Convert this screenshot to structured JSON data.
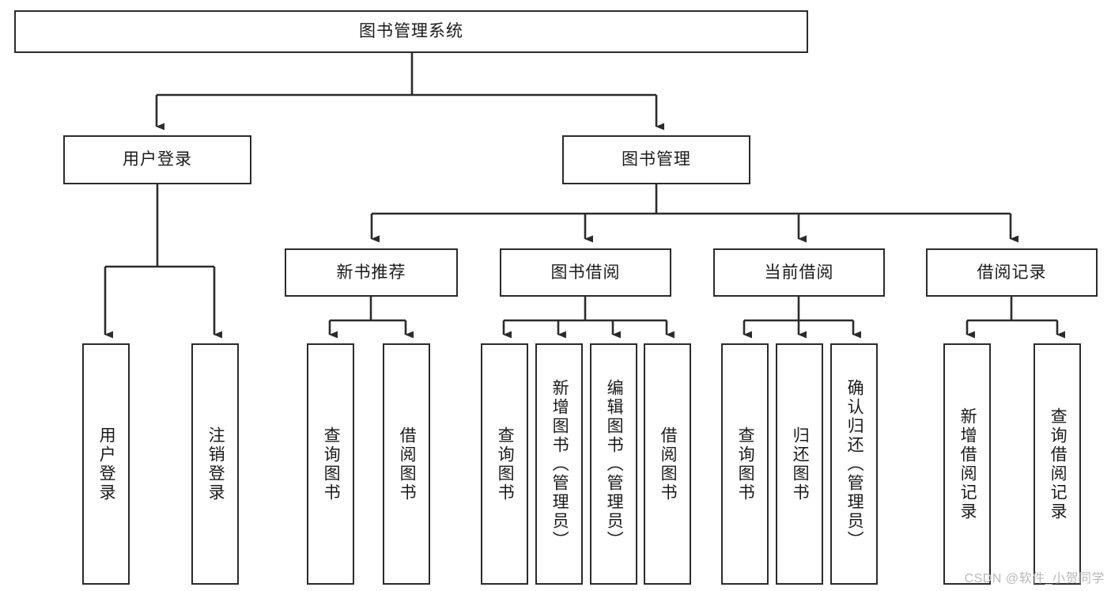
{
  "diagram": {
    "title": "图书管理系统",
    "type": "hierarchy-tree",
    "watermark": "CSDN @软件_小贺同学",
    "colors": {
      "stroke": "#2b2b2b",
      "background": "#ffffff",
      "text": "#1a1a1a",
      "watermark": "#b9b9b9"
    },
    "nodes": {
      "root": {
        "label": "图书管理系统"
      },
      "level1": [
        {
          "id": "user-login",
          "label": "用户登录"
        },
        {
          "id": "book-management",
          "label": "图书管理"
        }
      ],
      "level2": [
        {
          "id": "new-book-recommend",
          "label": "新书推荐"
        },
        {
          "id": "book-borrow",
          "label": "图书借阅"
        },
        {
          "id": "current-borrow",
          "label": "当前借阅"
        },
        {
          "id": "borrow-record",
          "label": "借阅记录"
        }
      ],
      "leaves": {
        "user_login": [
          {
            "id": "leaf-user-login",
            "label": "用户登录"
          },
          {
            "id": "leaf-logout",
            "label": "注销登录"
          }
        ],
        "new_book_recommend": [
          {
            "id": "leaf-query-book-1",
            "label": "查询图书"
          },
          {
            "id": "leaf-borrow-book-1",
            "label": "借阅图书"
          }
        ],
        "book_borrow": [
          {
            "id": "leaf-query-book-2",
            "label": "查询图书"
          },
          {
            "id": "leaf-add-book",
            "label": "新增图书（管理员）"
          },
          {
            "id": "leaf-edit-book",
            "label": "编辑图书（管理员）"
          },
          {
            "id": "leaf-borrow-book-2",
            "label": "借阅图书"
          }
        ],
        "current_borrow": [
          {
            "id": "leaf-query-book-3",
            "label": "查询图书"
          },
          {
            "id": "leaf-return-book",
            "label": "归还图书"
          },
          {
            "id": "leaf-confirm-return",
            "label": "确认归还（管理员）"
          }
        ],
        "borrow_record": [
          {
            "id": "leaf-add-record",
            "label": "新增借阅记录"
          },
          {
            "id": "leaf-query-record",
            "label": "查询借阅记录"
          }
        ]
      }
    }
  }
}
